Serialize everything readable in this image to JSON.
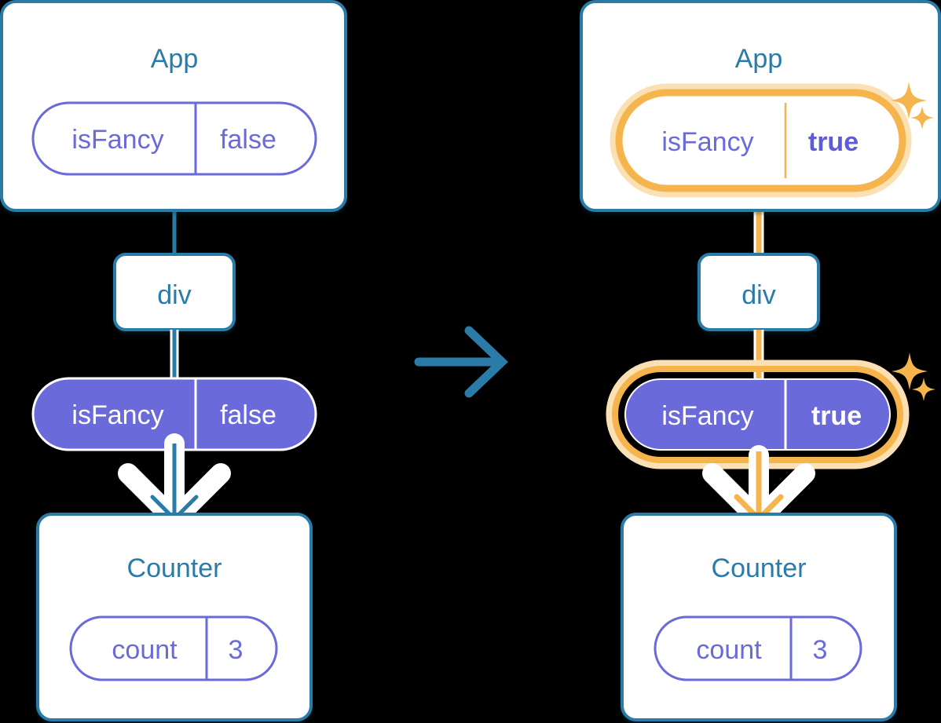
{
  "diagram": {
    "type": "react-state-propagation",
    "title": "State update propagation from App to Counter",
    "transition_icon": "arrow-right-icon",
    "colors": {
      "blue": "#2b7ba8",
      "blue_dark": "#206b95",
      "purple": "#6a6ada",
      "purple_text": "#5d5cd6",
      "white": "#ffffff",
      "orange": "#f5b44c",
      "orange_glow": "#fbe0b4",
      "orange_inner": "#fbd79b",
      "background": "#000000",
      "line_ghost": "#cfe0ea",
      "line_ghost_orange": "#fcebd1"
    }
  },
  "panels": [
    {
      "id": "before",
      "name": "before-state",
      "highlighted": false,
      "app": {
        "title": "App",
        "state": {
          "key": "isFancy",
          "value": "false",
          "highlighted": false,
          "bold_value": false
        }
      },
      "div": {
        "label": "div"
      },
      "props": {
        "key": "isFancy",
        "value": "false",
        "highlighted": false,
        "bold_value": false
      },
      "counter": {
        "title": "Counter",
        "state": {
          "key": "count",
          "value": "3",
          "highlighted": false,
          "bold_value": false
        }
      }
    },
    {
      "id": "after",
      "name": "after-state",
      "highlighted": true,
      "app": {
        "title": "App",
        "state": {
          "key": "isFancy",
          "value": "true",
          "highlighted": true,
          "bold_value": true
        },
        "sparkle": "sparkles-icon"
      },
      "div": {
        "label": "div"
      },
      "props": {
        "key": "isFancy",
        "value": "true",
        "highlighted": true,
        "bold_value": true,
        "sparkle": "sparkles-icon"
      },
      "counter": {
        "title": "Counter",
        "state": {
          "key": "count",
          "value": "3",
          "highlighted": false,
          "bold_value": false
        }
      }
    }
  ]
}
